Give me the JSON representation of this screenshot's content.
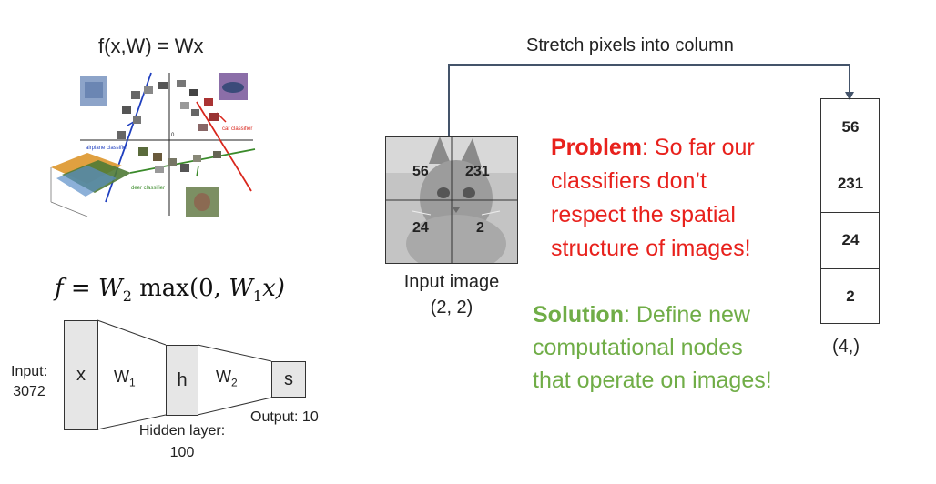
{
  "linear": {
    "title": "f(x,W) = Wx",
    "labels": {
      "car": "car classifier",
      "airplane": "airplane classifier",
      "deer": "deer classifier",
      "zero": "0"
    }
  },
  "mlp": {
    "formula_parts": {
      "f": "f",
      "eq": "=",
      "w": "W",
      "sub2": "2",
      "max": "max(0, ",
      "sub1": "1",
      "x": "x)"
    },
    "input_label_1": "Input:",
    "input_label_2": "3072",
    "x_label": "x",
    "w1_main": "W",
    "w1_sub": "1",
    "h_label": "h",
    "w2_main": "W",
    "w2_sub": "2",
    "s_label": "s",
    "hidden_label_1": "Hidden layer:",
    "hidden_label_2": "100",
    "output_label": "Output: 10"
  },
  "stretch": {
    "title": "Stretch pixels into column",
    "pixels": [
      "56",
      "231",
      "24",
      "2"
    ],
    "input_caption_1": "Input image",
    "input_caption_2": "(2, 2)",
    "column_values": [
      "56",
      "231",
      "24",
      "2"
    ],
    "column_shape": "(4,)"
  },
  "problem": {
    "bold": "Problem",
    "line1": ": So far our",
    "line2": "classifiers don’t",
    "line3": "respect the spatial",
    "line4": "structure of images!"
  },
  "solution": {
    "bold": "Solution",
    "line1": ": Define new",
    "line2": "computational nodes",
    "line3": "that operate on images!"
  },
  "colors": {
    "problem": "#e8211c",
    "solution": "#70ad47",
    "arrow": "#44546a",
    "box_fill": "#e6e6e6"
  }
}
